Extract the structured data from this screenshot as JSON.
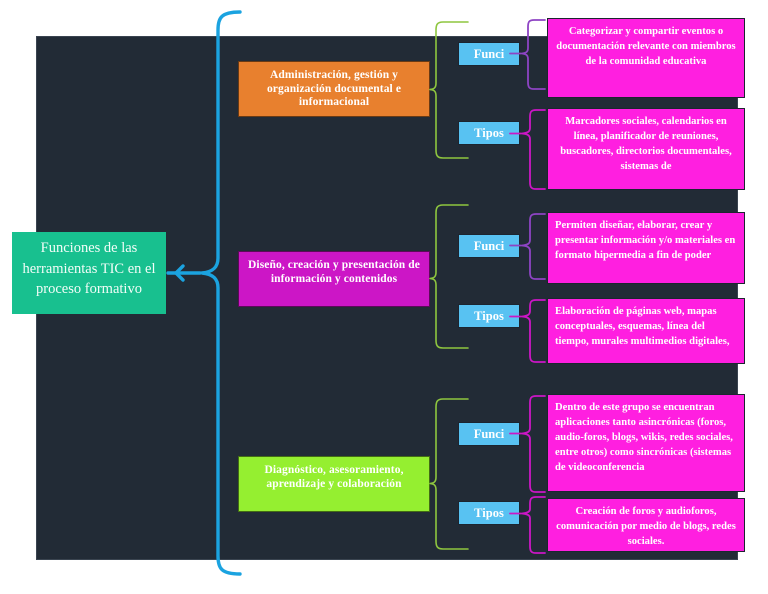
{
  "diagram": {
    "type": "mind-map",
    "title_node": "Funciones de las herramientas TIC en el proceso formativo",
    "canvas_background": "#222b36",
    "page_background": "#ffffff",
    "colors": {
      "root": "#18c08f",
      "branch_admin": "#e8802e",
      "branch_diseno": "#cc16c6",
      "branch_diagnostico": "#95ef30",
      "chip": "#58c2f2",
      "leaf": "#ff1fe0",
      "main_brace": "#1ba3e0",
      "branch_brace": "#8ec63f",
      "leaf_brace_purple": "#8e44c4",
      "leaf_brace_magenta": "#cc16c6"
    }
  },
  "root": {
    "label": "Funciones de las herramientas TIC en el proceso formativo"
  },
  "branches": [
    {
      "id": "admin",
      "label": "Administración, gestión y organización documental e informacional",
      "color": "#e8802e",
      "children": [
        {
          "chip": "Funci",
          "text": "Categorizar y compartir eventos o documentación relevante con miembros de la comunidad educativa"
        },
        {
          "chip": "Tipos",
          "text": "Marcadores sociales, calendarios en línea, planificador de reuniones, buscadores, directorios documentales, sistemas de"
        }
      ]
    },
    {
      "id": "diseno",
      "label": "Diseño, creación y presentación de información y contenidos",
      "color": "#cc16c6",
      "children": [
        {
          "chip": "Funci",
          "text": "Permiten diseñar, elaborar, crear y presentar información y/o materiales en formato hipermedia a fin de poder"
        },
        {
          "chip": "Tipos",
          "text": "Elaboración de páginas web, mapas conceptuales, esquemas, línea del tiempo, murales multimedios digitales,"
        }
      ]
    },
    {
      "id": "diagnostico",
      "label": "Diagnóstico, asesoramiento, aprendizaje y colaboración",
      "color": "#95ef30",
      "children": [
        {
          "chip": "Funci",
          "text": "Dentro de este grupo se encuentran aplicaciones tanto asincrónicas (foros, audio-foros, blogs, wikis, redes sociales, entre otros) como sincrónicas (sistemas de videoconferencia"
        },
        {
          "chip": "Tipos",
          "text": "Creación de foros y audioforos, comunicación por medio de blogs, redes sociales."
        }
      ]
    }
  ]
}
